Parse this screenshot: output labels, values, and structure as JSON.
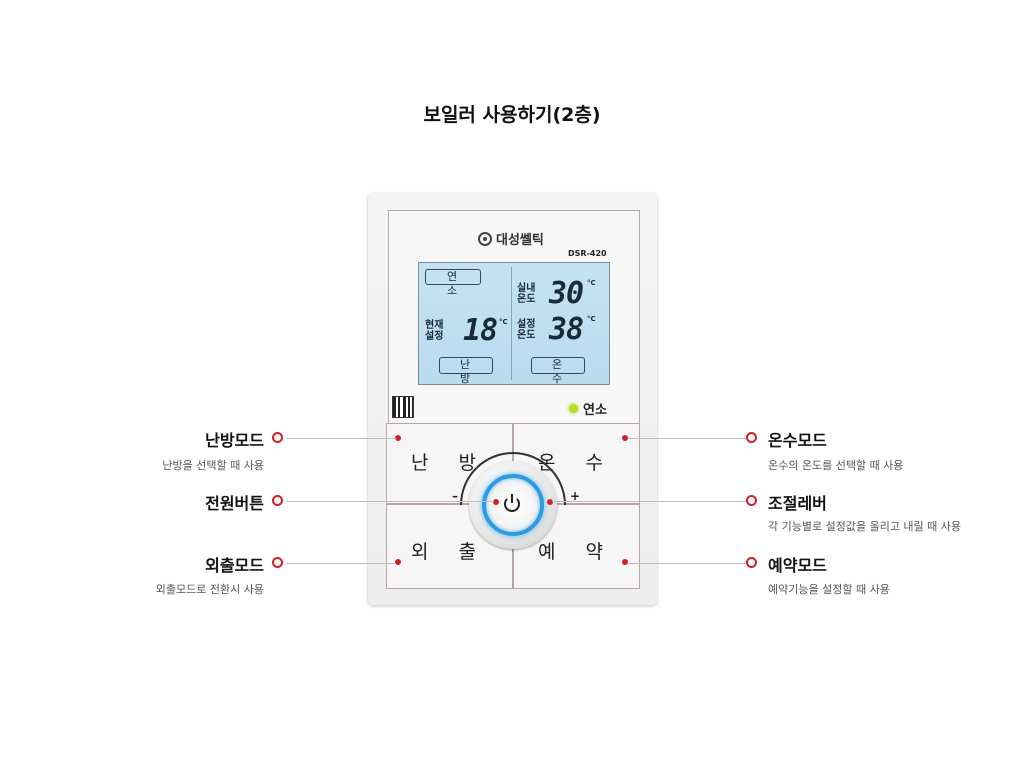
{
  "page": {
    "title": "보일러 사용하기(2층)"
  },
  "device": {
    "brand": "대성쎌틱",
    "model": "DSR-420",
    "lcd": {
      "burn_label": "연 소",
      "current_label_line1": "현재",
      "current_label_line2": "설정",
      "current_value": "18",
      "room_label_line1": "실내",
      "room_label_line2": "온도",
      "room_value": "30",
      "set_label_line1": "설정",
      "set_label_line2": "온도",
      "set_value": "38",
      "unit": "°C",
      "heating_label": "난 방",
      "hotwater_label": "온 수"
    },
    "indicator_label": "연소",
    "buttons": {
      "heating": "난 방",
      "hotwater": "온 수",
      "away": "외 출",
      "reserve": "예 약",
      "minus": "–",
      "plus": "+"
    }
  },
  "callouts": {
    "heating": {
      "title": "난방모드",
      "desc": "난방을 선택할 때 사용"
    },
    "power": {
      "title": "전원버튼"
    },
    "away": {
      "title": "외출모드",
      "desc": "외출모드로 전환시 사용"
    },
    "hotwater": {
      "title": "온수모드",
      "desc": "온수의 온도를 선택할 때 사용"
    },
    "lever": {
      "title": "조절레버",
      "desc": "각 기능별로 설정값을 올리고 내릴 때 사용"
    },
    "reserve": {
      "title": "예약모드",
      "desc": "예약기능을 설정할 때 사용"
    }
  },
  "colors": {
    "accent_red": "#d0202a",
    "lcd_blue": "#c4e3f2",
    "ring_blue": "#2d9be0",
    "led_green": "#b6e21c"
  }
}
